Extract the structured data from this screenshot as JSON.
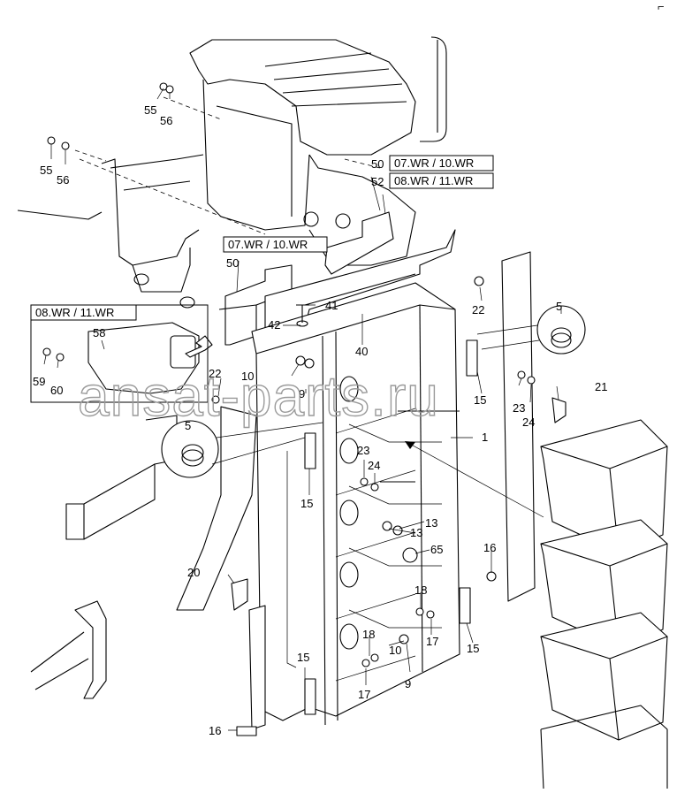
{
  "corner_mark": "⌐",
  "watermark": "ansat-parts.ru",
  "variant_boxes": {
    "wr07_10": "07.WR / 10.WR",
    "wr08_11": "08.WR / 11.WR"
  },
  "callouts": {
    "n1": "1",
    "n5": "5",
    "n9": "9",
    "n10": "10",
    "n13": "13",
    "n15": "15",
    "n16": "16",
    "n17": "17",
    "n18": "18",
    "n20": "20",
    "n21": "21",
    "n22": "22",
    "n23": "23",
    "n24": "24",
    "n40": "40",
    "n41": "41",
    "n42": "42",
    "n50": "50",
    "n52": "52",
    "n55": "55",
    "n56": "56",
    "n58": "58",
    "n59": "59",
    "n60": "60",
    "n65": "65"
  }
}
